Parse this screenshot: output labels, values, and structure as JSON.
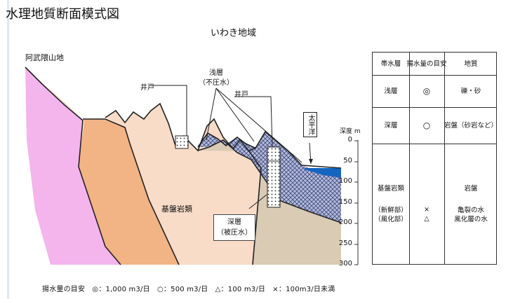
{
  "title": "水理地質断面模式図",
  "subtitle": "いわき地域",
  "labels": {
    "mountain": "阿武隈山地",
    "shallow_layer": "浅層",
    "shallow_note": "（不圧水）",
    "well_left": "井戸",
    "well_right": "井戸",
    "sea_label": "太平洋",
    "bedrock": "基盤岩類",
    "deep_layer": "深層",
    "deep_note": "（被圧水）"
  },
  "depth_axis": {
    "title": "深度 m",
    "ticks": [
      "0",
      "50",
      "100",
      "150",
      "200",
      "250",
      "300"
    ]
  },
  "table": {
    "headers": [
      "帯水層",
      "揚水量の目安",
      "地質"
    ],
    "rows": [
      {
        "layer": "浅層",
        "yield": "◎",
        "geology": "礫・砂"
      },
      {
        "layer": "深層",
        "yield": "○",
        "geology": "岩盤（砂岩など）"
      },
      {
        "layer": "基盤岩類",
        "sub1": "（新鮮部）",
        "sub2": "（風化部）",
        "yield1": "×",
        "yield2": "△",
        "geology": "岩盤",
        "geo2": "亀裂の水",
        "geo3": "風化層の水"
      }
    ]
  },
  "legend": "揚水量の目安　◎：1,000 m3/日　○：500 m3/日　△：100 m3/日　×：100m3/日未満",
  "colors": {
    "granite_pink": "#f4b4ec",
    "orange_layer": "#f2b484",
    "peach_layer": "#f8dcc8",
    "beige_layer": "#d9cbb4",
    "hatched_deep": "#a9aecb",
    "sea_blue": "#1565c0",
    "axis_line": "#333333"
  }
}
